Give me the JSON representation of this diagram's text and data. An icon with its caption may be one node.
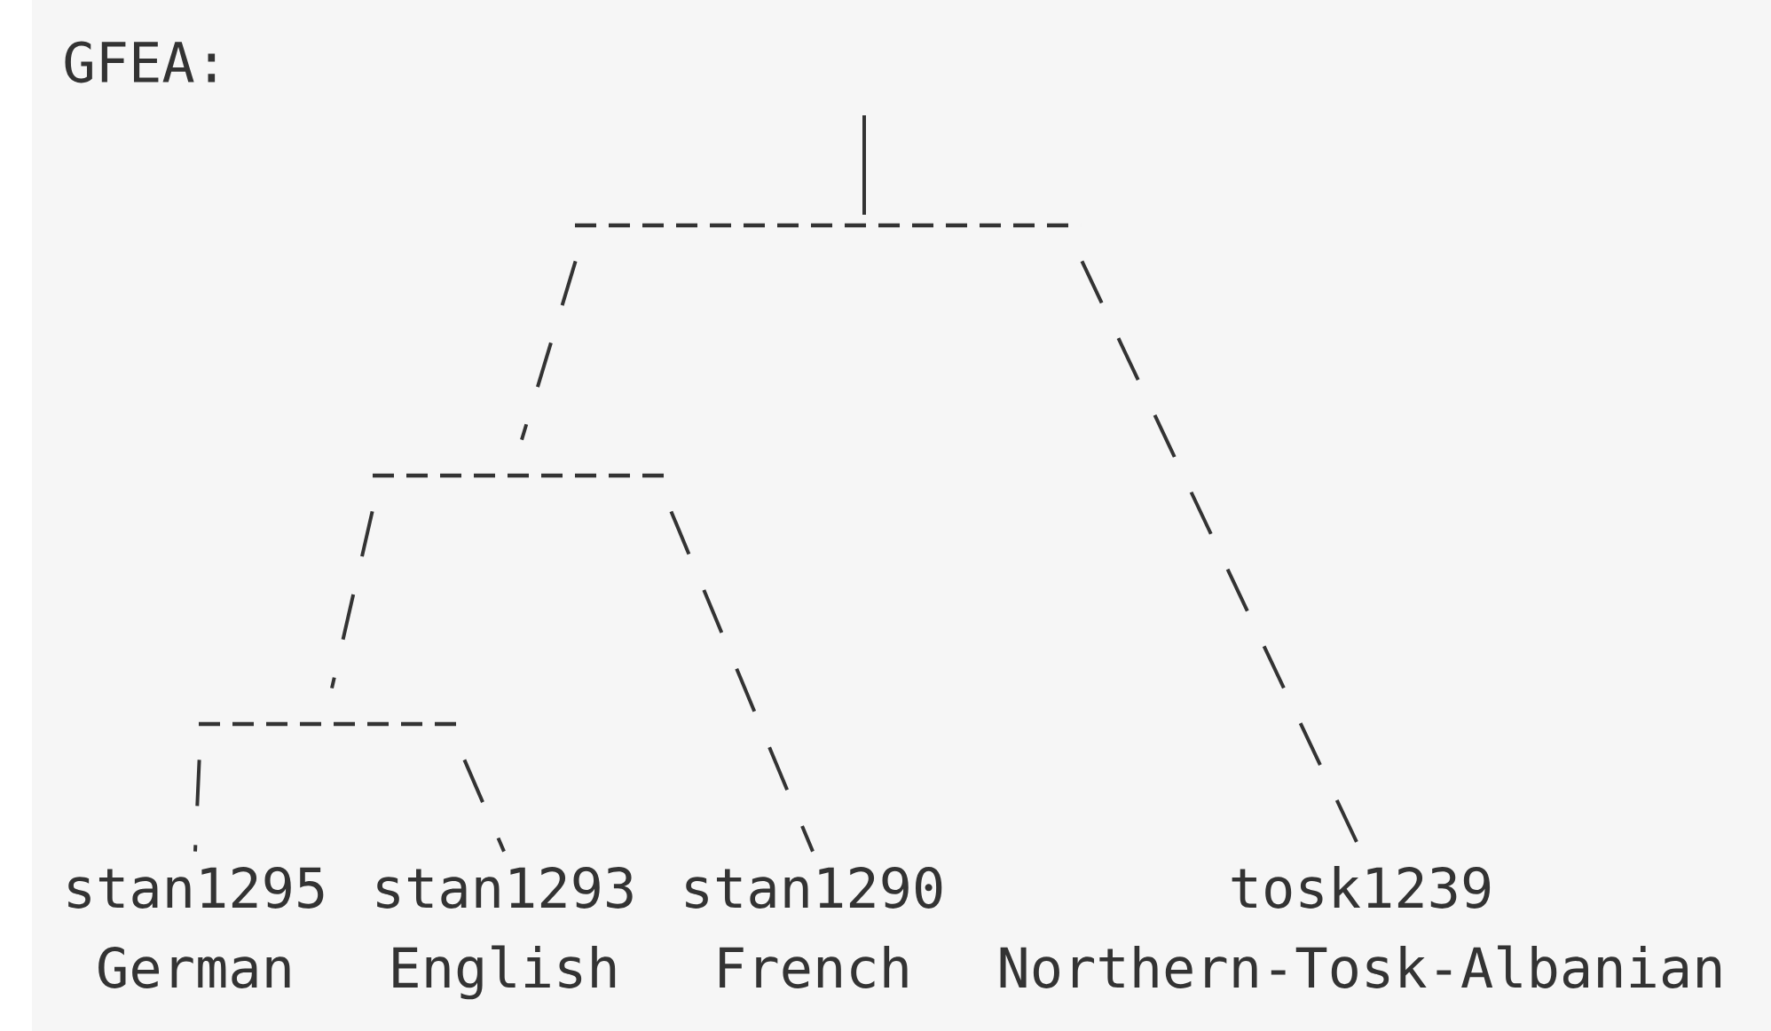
{
  "diagram": {
    "title": "GFEA:",
    "nodes": [
      {
        "text": [],
        "shape": "bar"
      },
      {
        "text": [],
        "shape": "bar"
      },
      {
        "text": [],
        "shape": "bar"
      },
      {
        "text": [
          "stan1295",
          "German"
        ]
      },
      {
        "text": [
          "stan1293",
          "English"
        ]
      },
      {
        "text": [
          "stan1290",
          "French"
        ]
      },
      {
        "text": [
          "tosk1239",
          "Northern-Tosk-Albanian"
        ]
      }
    ],
    "edges": [
      {
        "from": null,
        "to": 0,
        "arrow": "none"
      },
      {
        "from": 0,
        "to": 1,
        "arrow": "none",
        "style": "dashed"
      },
      {
        "from": 0,
        "to": 6,
        "arrow": "none",
        "style": "dashed"
      },
      {
        "from": 1,
        "to": 2,
        "arrow": "none",
        "style": "dashed"
      },
      {
        "from": 1,
        "to": 5,
        "arrow": "none",
        "style": "dashed"
      },
      {
        "from": 2,
        "to": 3,
        "arrow": "none",
        "style": "dashed"
      },
      {
        "from": 2,
        "to": 4,
        "arrow": "none",
        "style": "dashed"
      }
    ]
  }
}
